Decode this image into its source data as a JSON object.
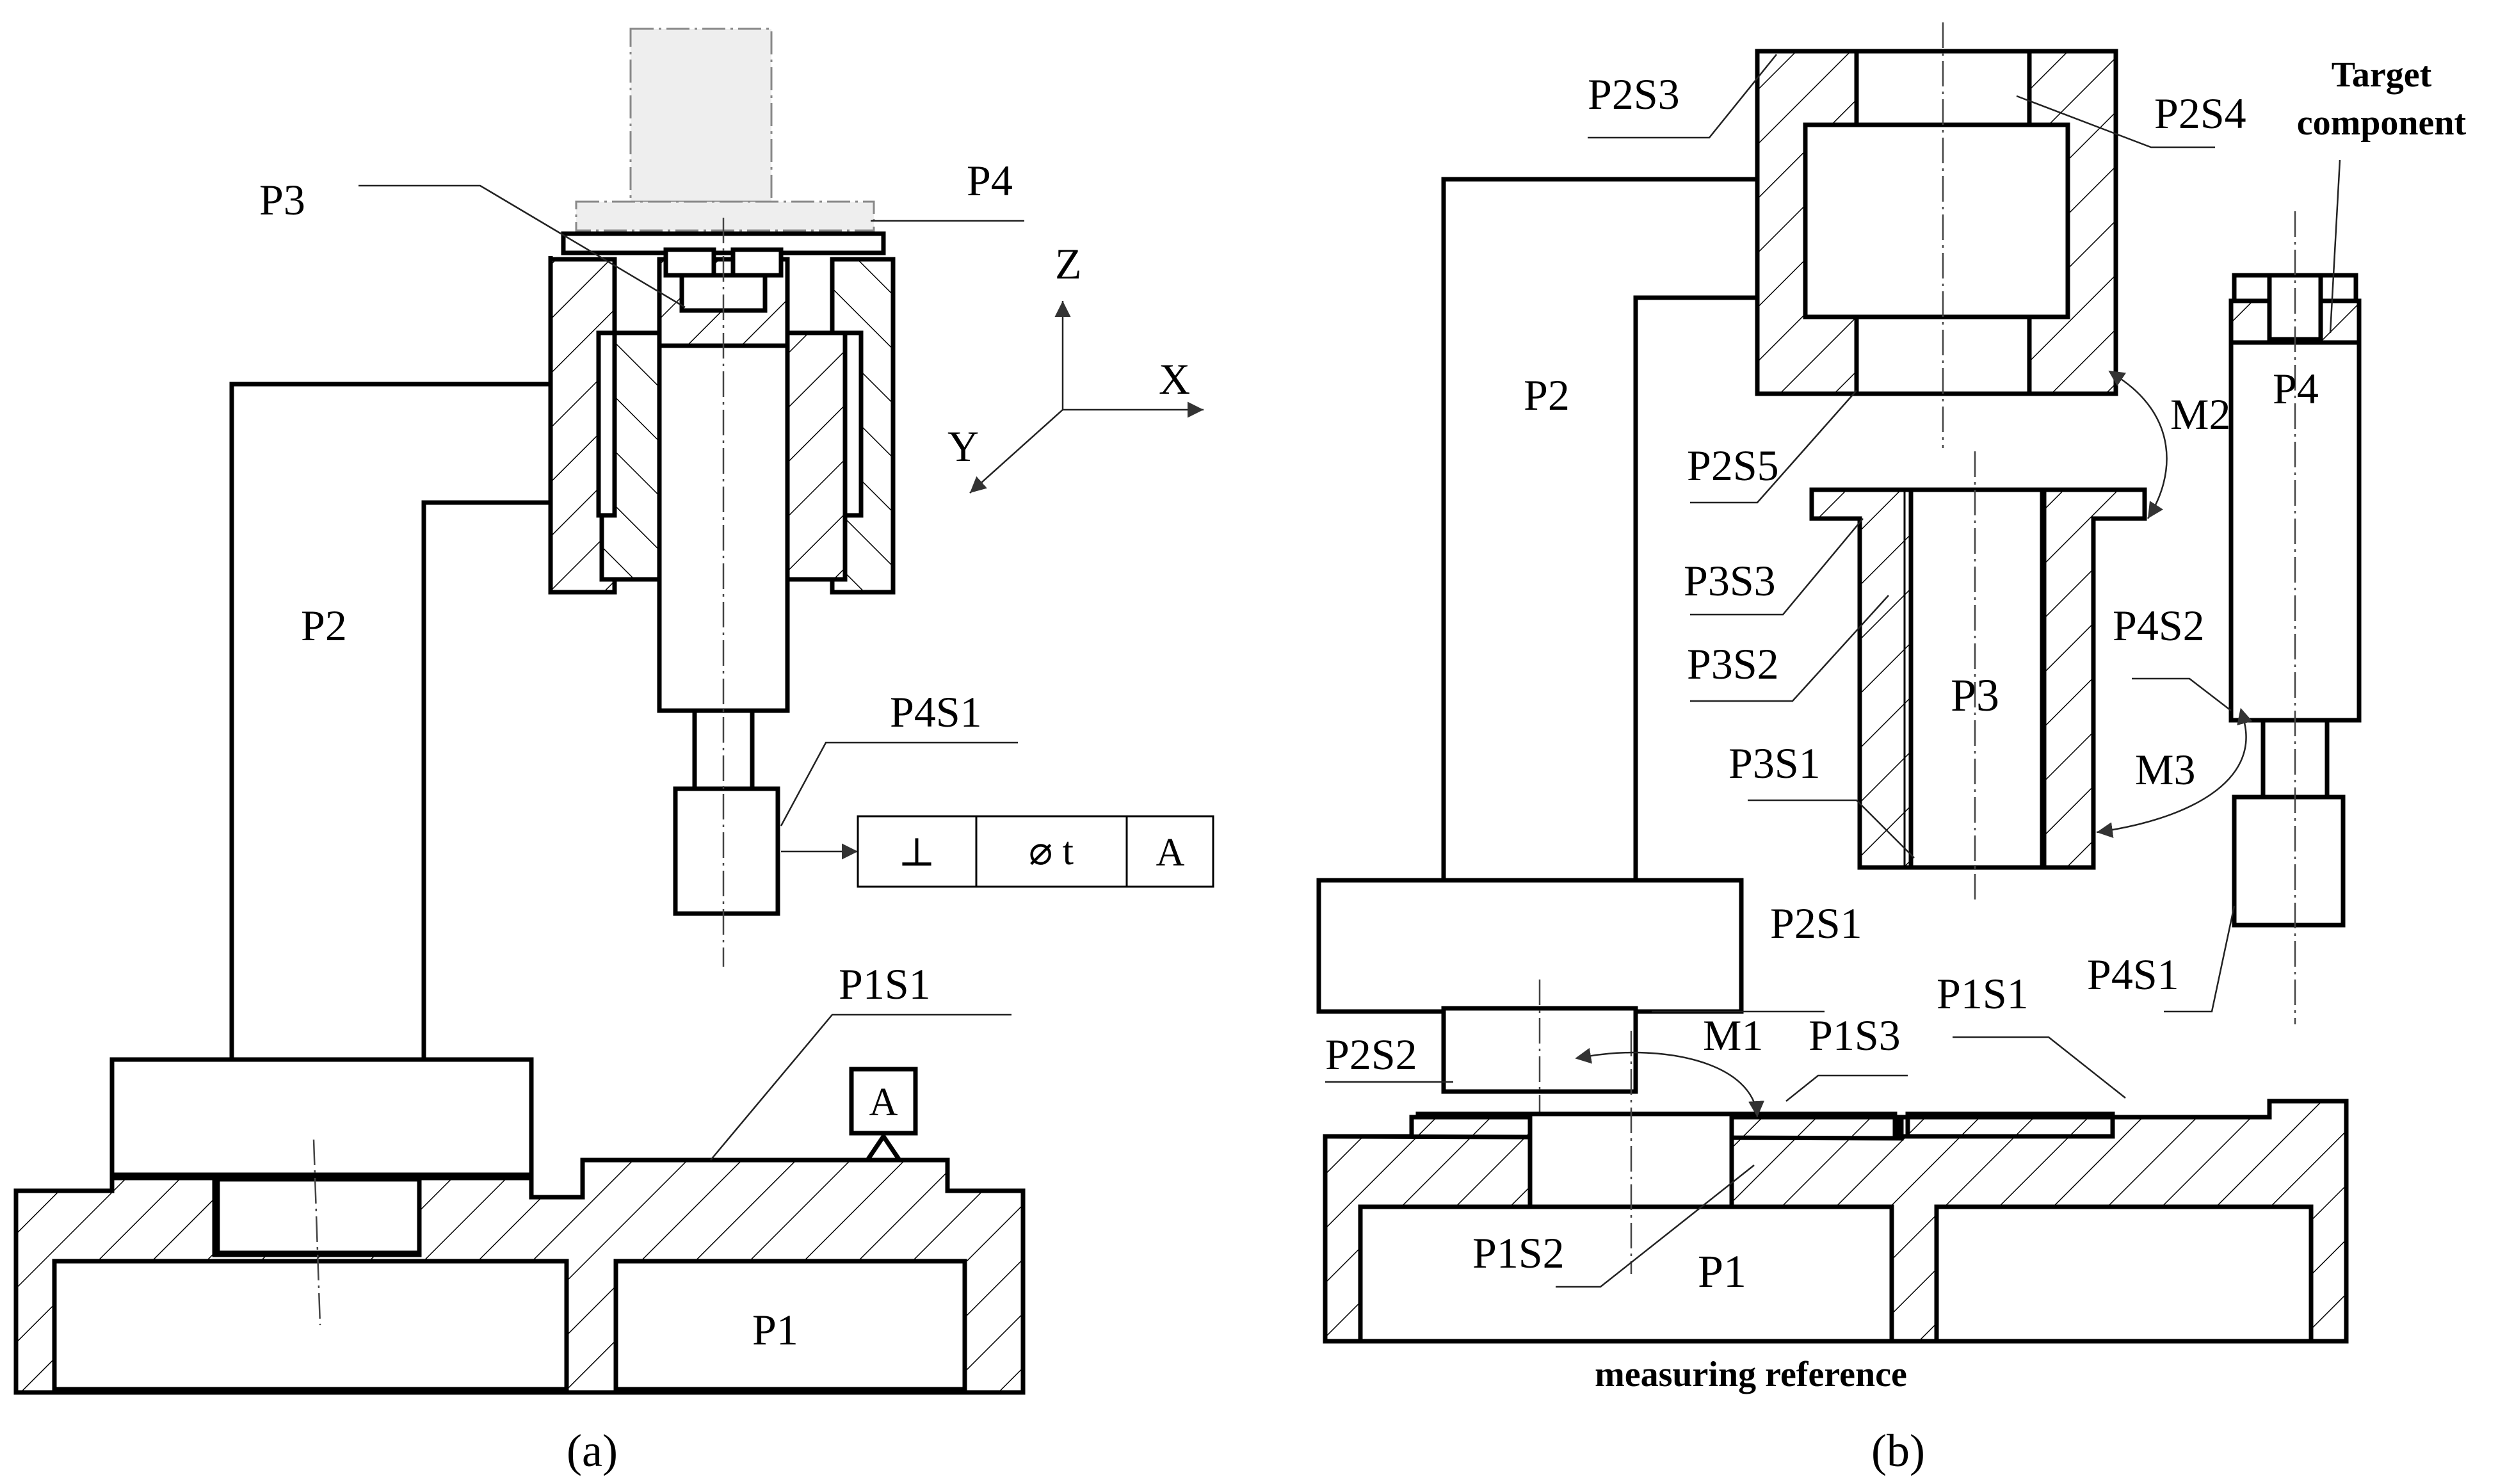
{
  "figure_a": {
    "caption": "(a)",
    "caption_letter": "a",
    "labels": {
      "p3": "P3",
      "p4": "P4",
      "p2": "P2",
      "p1": "P1",
      "p4s1": "P4S1",
      "p1s1": "P1S1",
      "datum": "A"
    },
    "axes": {
      "z": "Z",
      "x": "X",
      "y": "Y"
    },
    "tolerance_frame": {
      "symbol": "⊥",
      "value": "⌀ t",
      "datum": "A"
    }
  },
  "figure_b": {
    "caption": "(b)",
    "caption_letter": "b",
    "labels": {
      "p2s3": "P2S3",
      "p2s4": "P2S4",
      "target_line1": "Target",
      "target_line2": "component",
      "p2": "P2",
      "p4": "P4",
      "p2s5": "P2S5",
      "m2": "M2",
      "p3s3": "P3S3",
      "p3s2": "P3S2",
      "p3": "P3",
      "p4s2": "P4S2",
      "p3s1": "P3S1",
      "m3": "M3",
      "p4s1": "P4S1",
      "p2s1": "P2S1",
      "p2s2": "P2S2",
      "m1": "M1",
      "p1s3": "P1S3",
      "p1s1": "P1S1",
      "p1s2": "P1S2",
      "p1": "P1",
      "measuring_reference": "measuring reference"
    }
  }
}
